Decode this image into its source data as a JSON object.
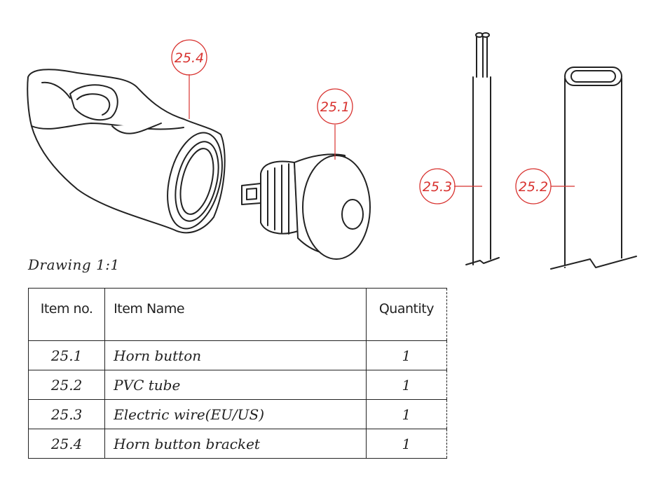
{
  "callouts": {
    "c254": "25.4",
    "c251": "25.1",
    "c253": "25.3",
    "c252": "25.2"
  },
  "caption": "Drawing 1:1",
  "table": {
    "headers": {
      "item_no": "Item no.",
      "item_name": "Item Name",
      "quantity": "Quantity"
    },
    "rows": [
      {
        "item_no": "25.1",
        "item_name": "Horn button",
        "quantity": "1"
      },
      {
        "item_no": "25.2",
        "item_name": "PVC tube",
        "quantity": "1"
      },
      {
        "item_no": "25.3",
        "item_name": "Electric wire(EU/US)",
        "quantity": "1"
      },
      {
        "item_no": "25.4",
        "item_name": "Horn button bracket",
        "quantity": "1"
      }
    ]
  },
  "colors": {
    "callout": "#d8322f",
    "line": "#222222"
  }
}
